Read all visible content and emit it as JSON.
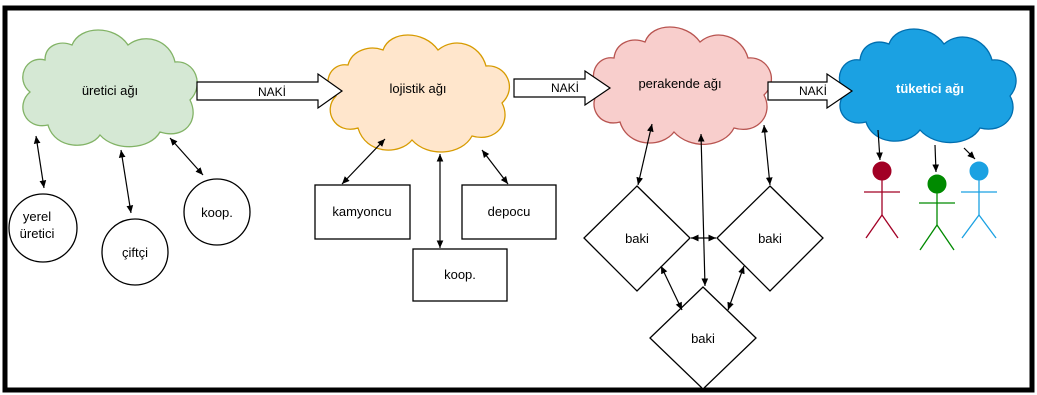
{
  "diagram": {
    "clouds": [
      {
        "id": "producer",
        "label": "üretici ağı",
        "fill": "#d5e8d4",
        "stroke": "#82b366",
        "text_color": "#000000"
      },
      {
        "id": "logistics",
        "label": "lojistik ağı",
        "fill": "#ffe6cc",
        "stroke": "#d79b00",
        "text_color": "#000000"
      },
      {
        "id": "retail",
        "label": "perakende ağı",
        "fill": "#f8cecc",
        "stroke": "#b85450",
        "text_color": "#000000"
      },
      {
        "id": "consumer",
        "label": "tüketici ağı",
        "fill": "#1ba1e2",
        "stroke": "#006eaf",
        "text_color": "#ffffff"
      }
    ],
    "transport_arrows": [
      {
        "label": "NAKİ"
      },
      {
        "label": "NAKİ"
      },
      {
        "label": "NAKİ"
      }
    ],
    "producer_nodes": [
      {
        "label_lines": [
          "yerel",
          "üretici"
        ]
      },
      {
        "label_lines": [
          "çiftçi"
        ]
      },
      {
        "label_lines": [
          "koop."
        ]
      }
    ],
    "logistics_nodes": [
      {
        "label": "kamyoncu"
      },
      {
        "label": "depocu"
      },
      {
        "label": "koop."
      }
    ],
    "retail_nodes": [
      {
        "label": "baki"
      },
      {
        "label": "baki"
      },
      {
        "label": "baki"
      }
    ],
    "consumers": [
      {
        "color": "#a20025"
      },
      {
        "color": "#008a00"
      },
      {
        "color": "#1ba1e2"
      }
    ],
    "frame_color": "#000000"
  }
}
